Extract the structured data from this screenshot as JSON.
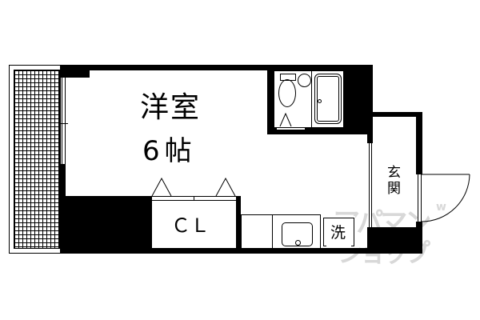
{
  "floorplan": {
    "rooms": {
      "western_room": {
        "name": "洋室",
        "size": "6帖"
      },
      "closet": {
        "label": "ＣＬ"
      },
      "entrance": {
        "label_line1": "玄",
        "label_line2": "関"
      },
      "laundry": {
        "label": "洗"
      }
    },
    "fixtures": [
      "balcony",
      "unit-bath",
      "toilet",
      "wash-basin",
      "bathtub",
      "kitchen-sink",
      "front-door"
    ],
    "watermark": {
      "line1": "アパマン",
      "line2": "ショップ",
      "small": "w"
    },
    "colors": {
      "wall": "#000000",
      "background": "#ffffff",
      "watermark": "#d8d8d8"
    }
  }
}
